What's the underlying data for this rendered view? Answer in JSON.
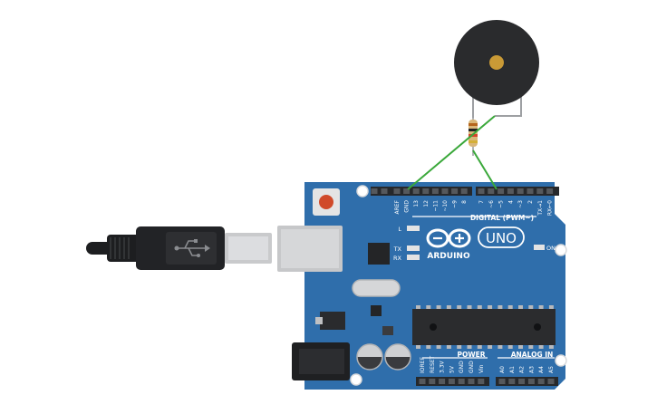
{
  "canvas": {
    "background": "#ffffff"
  },
  "colors": {
    "board": "#2f6eab",
    "board_dark": "#1f527f",
    "board_line": "#4b86bf",
    "header": "#26282b",
    "pin_hole": "#55585c",
    "wire": "#3aa83a",
    "buzzer_body": "#2a2b2d",
    "buzzer_center": "#c99a36",
    "chip": "#2b2c2e",
    "reset_button": "#d04a2a",
    "usb_metal": "#d3d4d6",
    "usb_plastic": "#222326",
    "label_text": "#ffffff"
  },
  "board": {
    "name": "Arduino Uno R3",
    "logo_text": "ARDUINO",
    "model_text": "UNO",
    "digital_label": "DIGITAL (PWM~)",
    "power_label": "POWER",
    "analog_label": "ANALOG IN",
    "on_led_label": "ON",
    "led_labels": [
      "L",
      "TX",
      "RX"
    ],
    "left_header_pins": [
      "AREF",
      "GND",
      "13",
      "12",
      "~11",
      "~10",
      "~9",
      "8"
    ],
    "right_header_pins": [
      "7",
      "~6",
      "~5",
      "4",
      "~3",
      "2",
      "TX→1",
      "RX←0"
    ],
    "power_pins": [
      "IOREF",
      "RESET",
      "3.3V",
      "5V",
      "GND",
      "GND",
      "Vin"
    ],
    "analog_pins": [
      "A0",
      "A1",
      "A2",
      "A3",
      "A4",
      "A5"
    ]
  },
  "components": {
    "buzzer": {
      "name": "Piezo buzzer",
      "icon": "buzzer-icon"
    },
    "resistor": {
      "name": "Resistor",
      "bands": [
        "#b5651d",
        "#222222",
        "#d4452a",
        "#d4af37"
      ]
    },
    "usb_cable": {
      "name": "USB cable",
      "icon": "usb-icon"
    },
    "power_jack": {
      "name": "DC power jack"
    }
  }
}
